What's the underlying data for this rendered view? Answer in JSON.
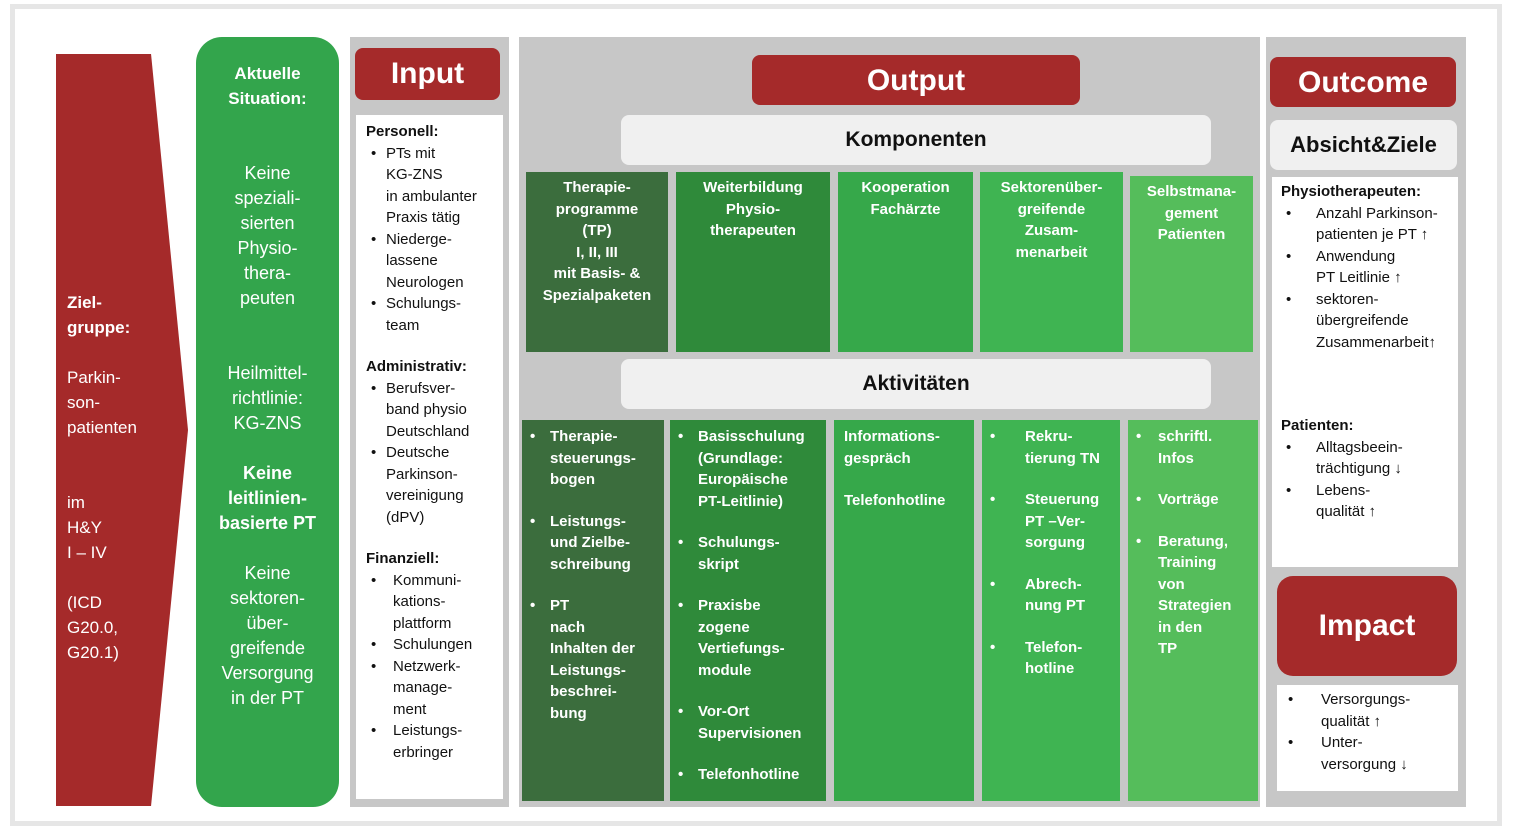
{
  "target_group": {
    "line1": "Ziel-",
    "line2": "gruppe:",
    "line3": "Parkin-",
    "line4": "son-",
    "line5": "patienten",
    "line6": "im",
    "line7": "H&Y",
    "line8": "I – IV",
    "line9": "(ICD",
    "line10": "G20.0,",
    "line11": "G20.1)"
  },
  "situation": {
    "title1": "Aktuelle",
    "title2": "Situation:",
    "lines": [
      "Keine",
      "speziali-",
      "sierten",
      "Physio-",
      "thera-",
      "peuten",
      "Heilmittel-",
      "richtlinie:",
      "KG-ZNS",
      "Keine",
      "leitlinien-",
      "basierte PT",
      "Keine",
      "sektoren-",
      "über-",
      "greifende",
      "Versorgung",
      "in der PT"
    ]
  },
  "input": {
    "title": "Input",
    "personell_heading": "Personell:",
    "personell_items": [
      "PTs mit\nKG-ZNS\nin ambulanter\nPraxis tätig",
      "Niederge-\nlassene\nNeurologen",
      "Schulungs-\nteam"
    ],
    "admin_heading": "Administrativ:",
    "admin_items": [
      "Berufsver-\nband physio\nDeutschland",
      "Deutsche\nParkinson-\nvereinigung\n(dPV)"
    ],
    "finanz_heading": "Finanziell:",
    "finanz_items": [
      "Kommuni-\nkations-\nplattform",
      "Schulungen",
      "Netzwerk-\nmanage-\nment",
      "Leistungs-\nerbringer"
    ]
  },
  "output": {
    "title": "Output",
    "komponenten_label": "Komponenten",
    "aktivitaeten_label": "Aktivitäten",
    "components": [
      "Therapie-\nprogramme\n(TP)\nI, II, III\nmit Basis- &\nSpezialpaketen",
      "Weiterbildung\nPhysio-\ntherapeuten",
      "Kooperation\nFachärzte",
      "Sektorenüber-\ngreifende\nZusam-\nmenarbeit",
      "Selbstmana-\ngement\nPatienten"
    ],
    "activities": {
      "col1": [
        "Therapie-\nsteuerungs-\nbogen",
        "Leistungs-\nund Zielbe-\nschreibung",
        "PT\nnach\nInhalten der\nLeistungs-\nbeschrei-\nbung"
      ],
      "col2": [
        "Basisschulung\n(Grundlage:\nEuropäische\nPT-Leitlinie)",
        "Schulungs-\nskript",
        "Praxisbe\nzogene\nVertiefungs-\nmodule",
        "Vor-Ort\nSupervisionen",
        "Telefonhotline"
      ],
      "col3_text1": "Informations-\ngespräch",
      "col3_text2": "Telefonhotline",
      "col4": [
        "Rekru-\ntierung TN",
        "Steuerung\nPT –Ver-\nsorgung",
        "Abrech-\nnung PT",
        "Telefon-\nhotline"
      ],
      "col5": [
        "schriftl.\nInfos",
        "Vorträge",
        "Beratung,\nTraining\nvon\nStrategien\nin den\nTP"
      ]
    }
  },
  "outcome": {
    "title": "Outcome",
    "subtitle": "Absicht&Ziele",
    "pt_heading": "Physiotherapeuten:",
    "pt_items": [
      "Anzahl Parkinson-\npatienten je PT ↑",
      "Anwendung\nPT Leitlinie ↑",
      "sektoren-\nübergreifende\nZusammenarbeit↑"
    ],
    "pat_heading": "Patienten:",
    "pat_items": [
      "Alltagsbeein-\nträchtigung ↓",
      "Lebens-\nqualität ↑"
    ]
  },
  "impact": {
    "title": "Impact",
    "items": [
      "Versorgungs-\nqualität ↑",
      "Unter-\nversorgung ↓"
    ]
  },
  "colors": {
    "red": "#a52a2a",
    "green_pill": "#33a54c",
    "grey_panel": "#c7c7c7",
    "comp_shades": [
      "#3b6d3d",
      "#2f8a3a",
      "#36a84a",
      "#3fb452",
      "#55bd5b"
    ]
  }
}
